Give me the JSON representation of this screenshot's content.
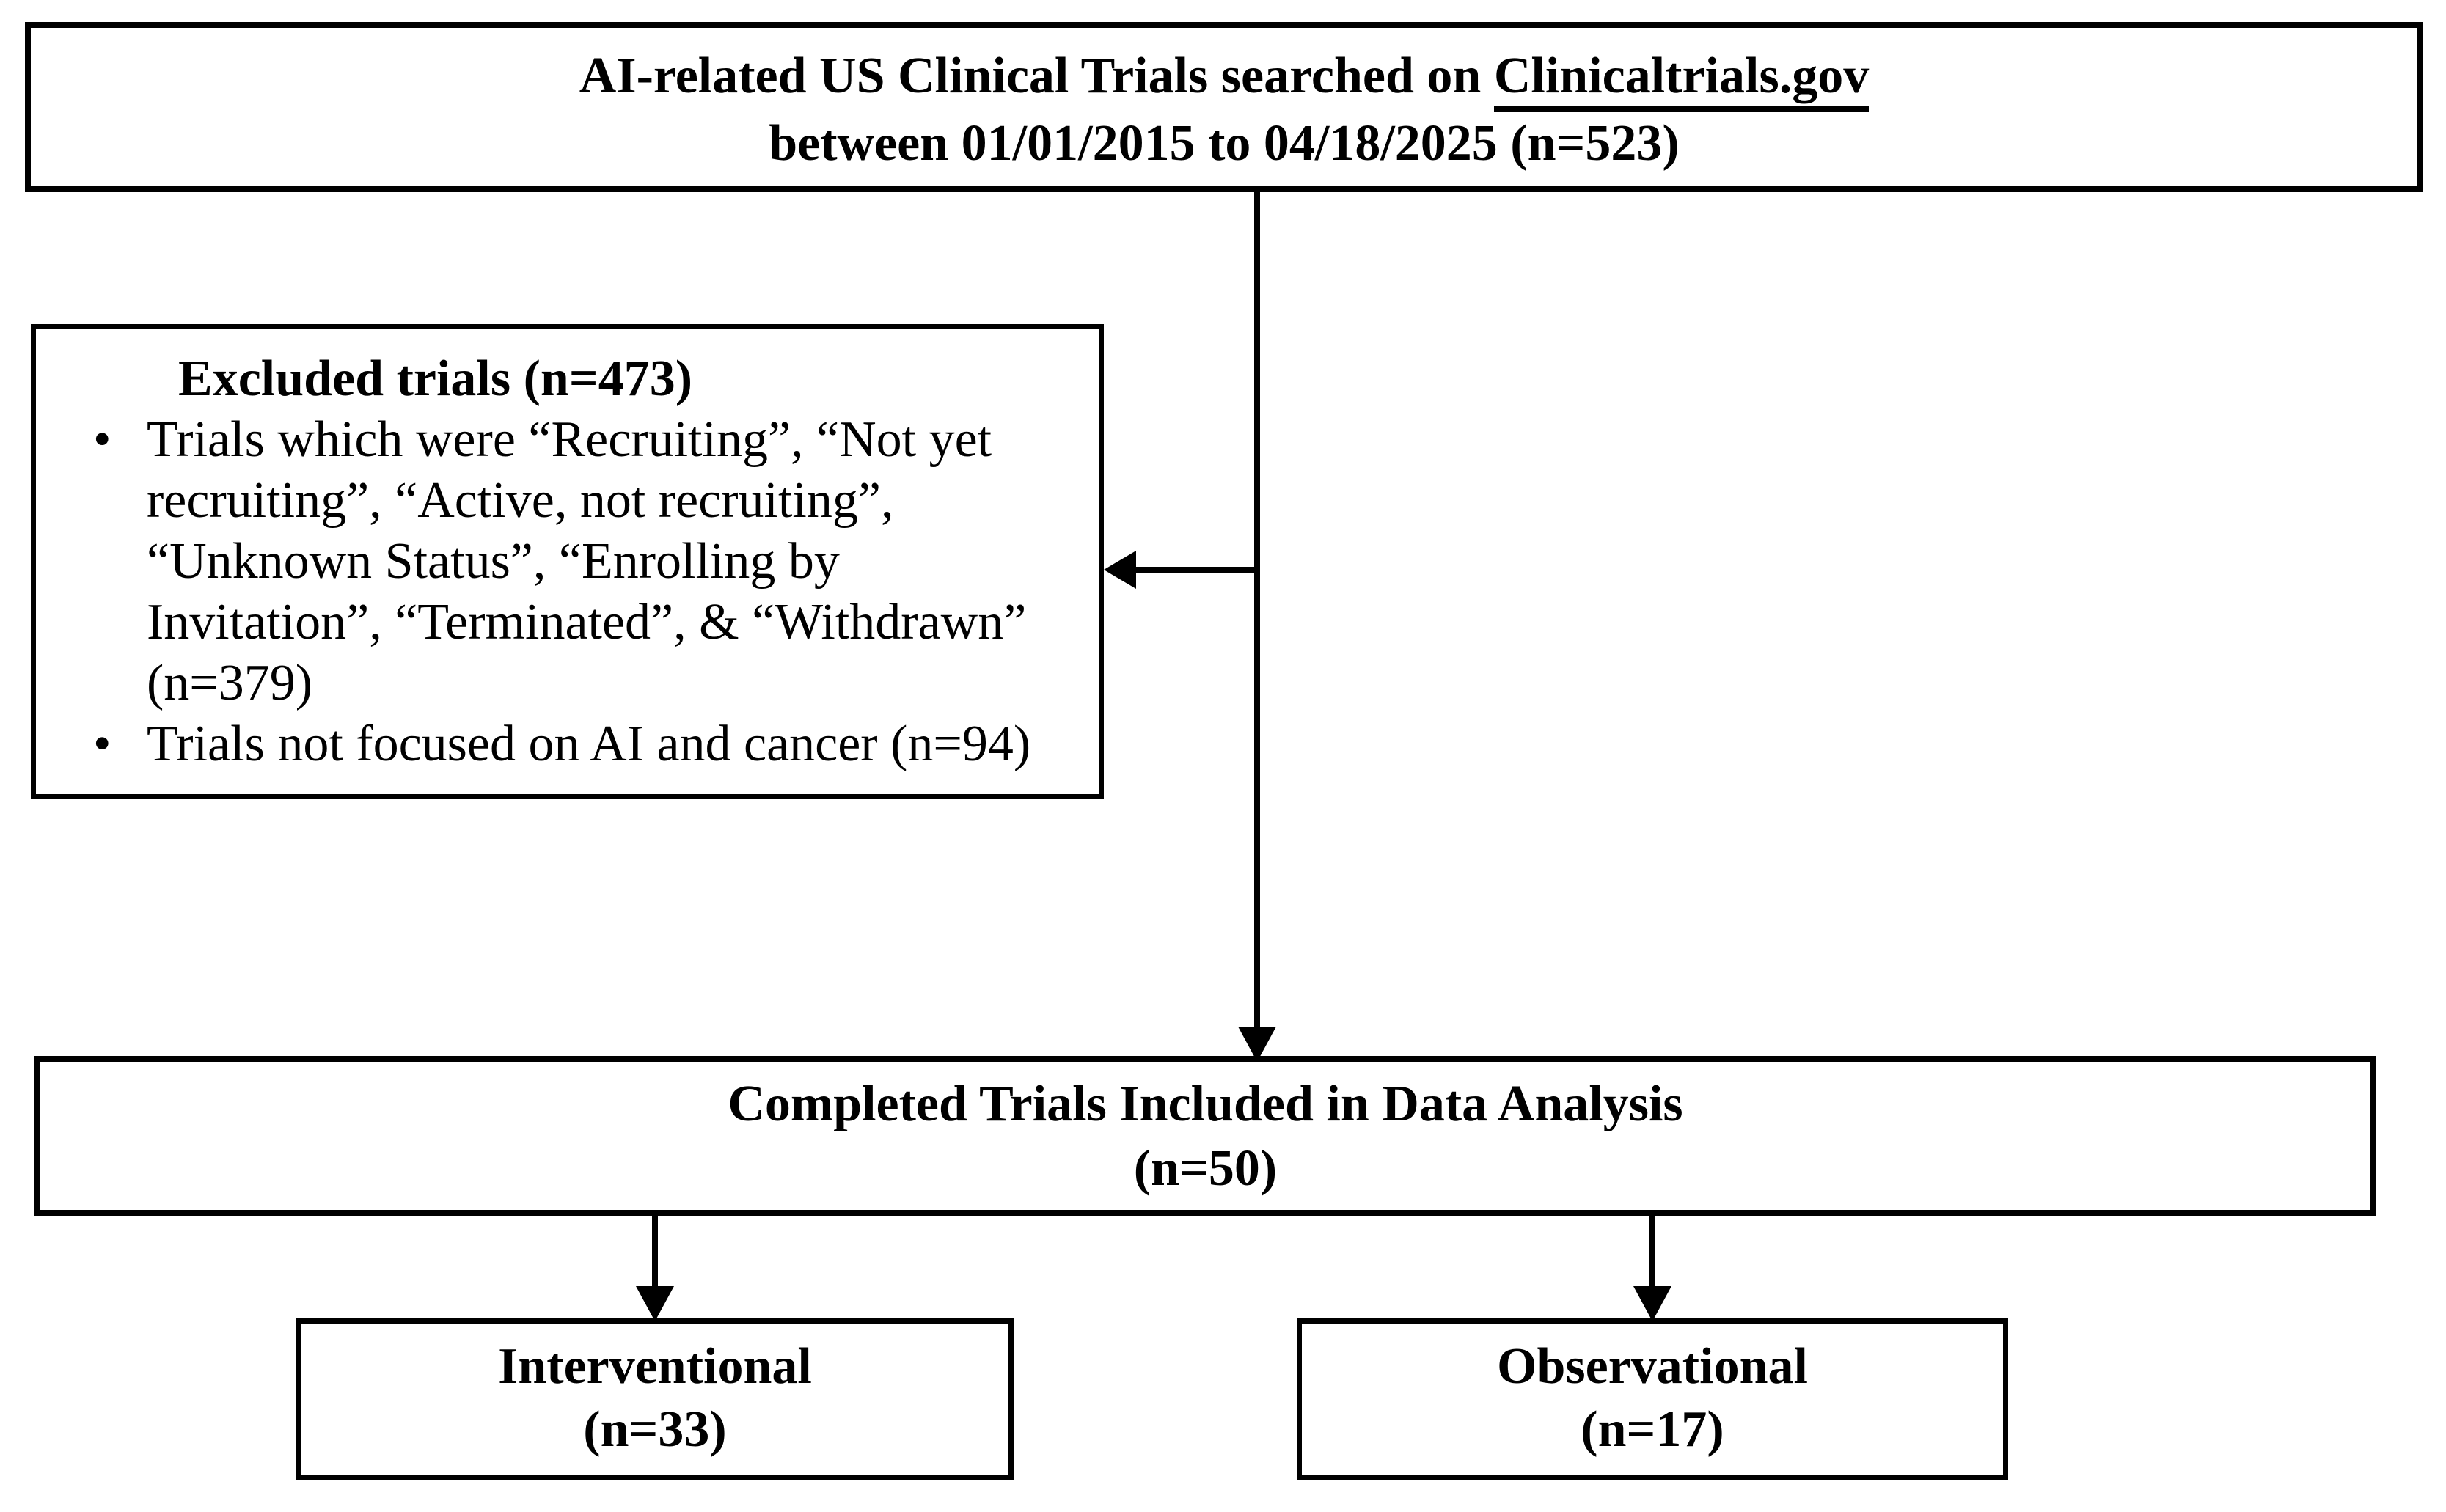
{
  "flowchart": {
    "top_box": {
      "line1_prefix": "AI-related US Clinical Trials searched on ",
      "line1_link": "Clinicaltrials.gov",
      "line2": "between 01/01/2015 to 04/18/2025 (n=523)"
    },
    "excluded_box": {
      "heading": "Excluded trials (n=473)",
      "bullets": [
        "Trials which were “Recruiting”, “Not yet recruiting”, “Active, not recruiting”, “Unknown Status”, “Enrolling by Invitation”, “Terminated”, & “Withdrawn” (n=379)",
        "Trials not focused on AI and cancer (n=94)"
      ]
    },
    "completed_box": {
      "line1": "Completed Trials Included in Data Analysis",
      "line2": "(n=50)"
    },
    "interventional_box": {
      "line1": "Interventional",
      "line2": "(n=33)"
    },
    "observational_box": {
      "line1": "Observational",
      "line2": "(n=17)"
    },
    "colors": {
      "line": "#000000",
      "background": "#ffffff",
      "text": "#000000"
    }
  }
}
